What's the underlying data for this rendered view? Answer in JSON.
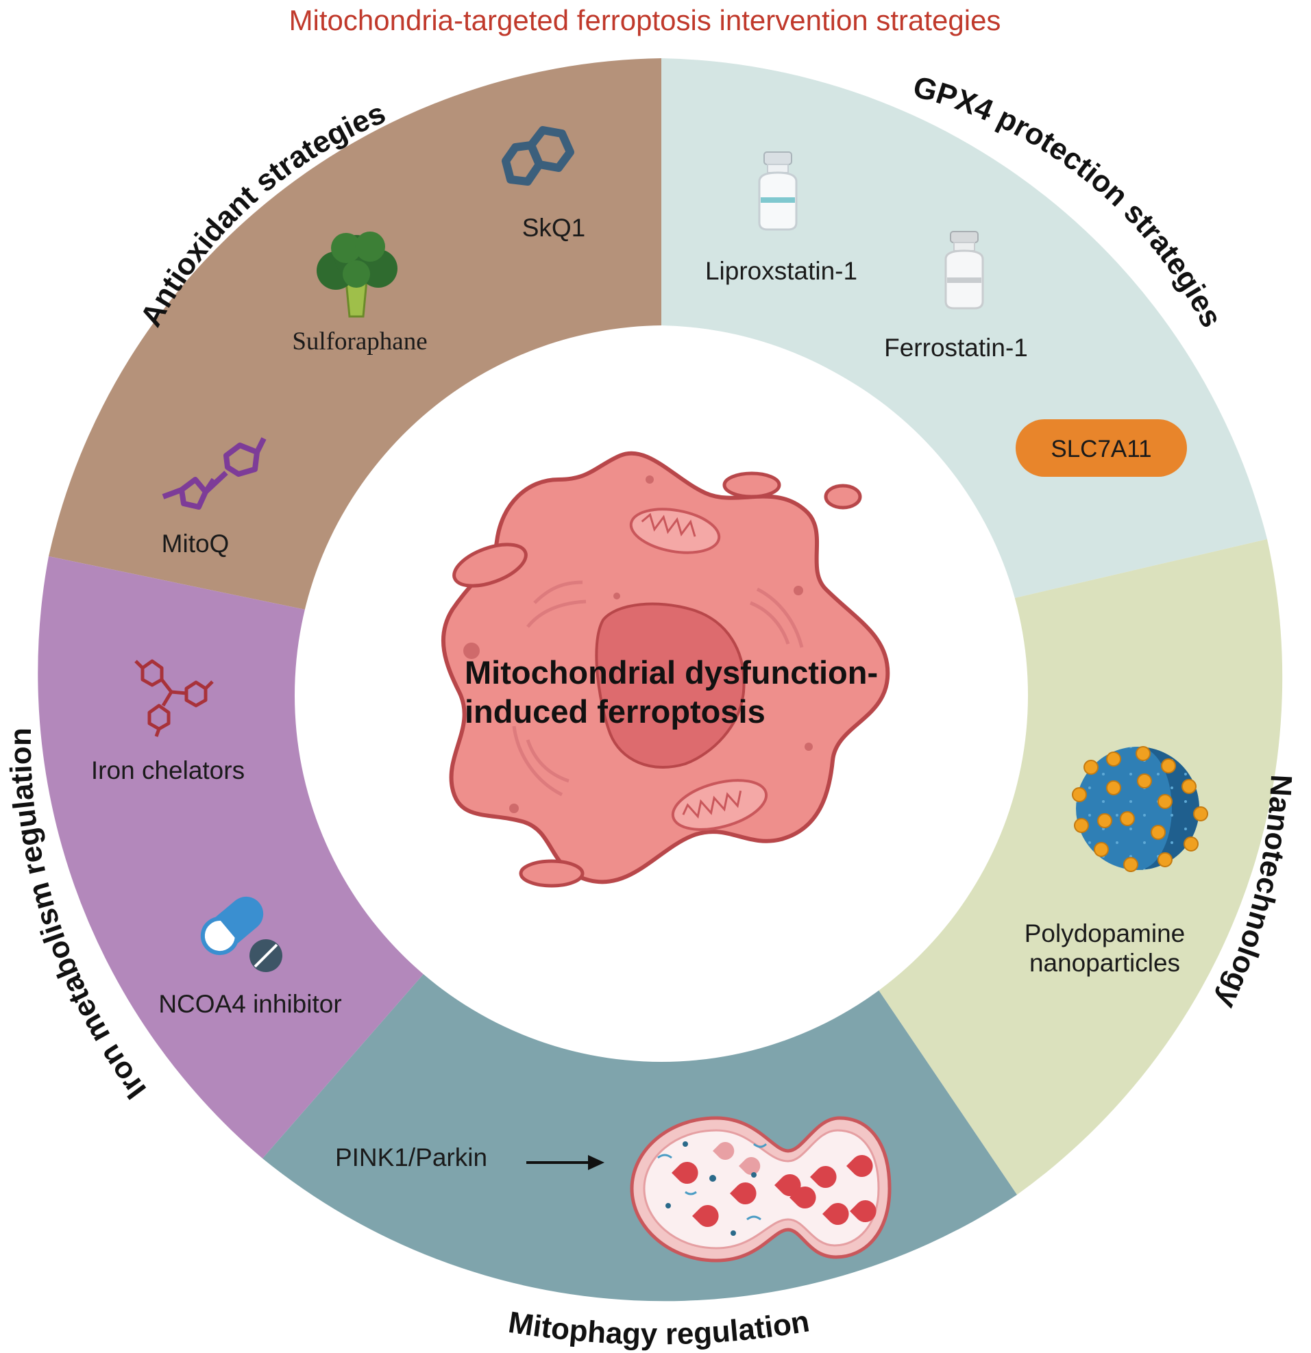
{
  "title": "Mitochondria-targeted ferroptosis intervention strategies",
  "center": {
    "line1": "Mitochondrial dysfunction-",
    "line2": "induced ferroptosis"
  },
  "segments": {
    "antioxidant": {
      "title": "Antioxidant strategies",
      "color": "#b5927a"
    },
    "gpx4": {
      "title": "GPX4 protection strategies",
      "color": "#d4e5e3"
    },
    "nano": {
      "title": "Nanotechnology",
      "color": "#dbe1bd"
    },
    "mitophagy": {
      "title": "Mitophagy regulation",
      "color": "#7fa4ac"
    },
    "iron": {
      "title": "Iron metabolism regulation",
      "color": "#b388bb"
    }
  },
  "labels": {
    "skq1": "SkQ1",
    "sulforaphane": "Sulforaphane",
    "mitoq": "MitoQ",
    "liproxstatin": "Liproxstatin-1",
    "ferrostatin": "Ferrostatin-1",
    "slc7a11": "SLC7A11",
    "pda_line1": "Polydopamine",
    "pda_line2": "nanoparticles",
    "pink1": "PINK1/Parkin",
    "iron_chelators": "Iron chelators",
    "ncoa4": "NCOA4 inhibitor"
  },
  "colors": {
    "title": "#c0392b",
    "cell_fill": "#ee8f8c",
    "cell_stroke": "#b8474a",
    "nucleus": "#dd6b6e",
    "pill_orange": "#e8852b",
    "molecule_blue": "#3b5f7c",
    "molecule_purple": "#7d3c98",
    "molecule_red": "#a8323a",
    "capsule_blue": "#3a8fd0",
    "nanoparticle_blue": "#2f7fb5",
    "nanoparticle_orange": "#f0a020",
    "broccoli": "#2f6b2f"
  }
}
